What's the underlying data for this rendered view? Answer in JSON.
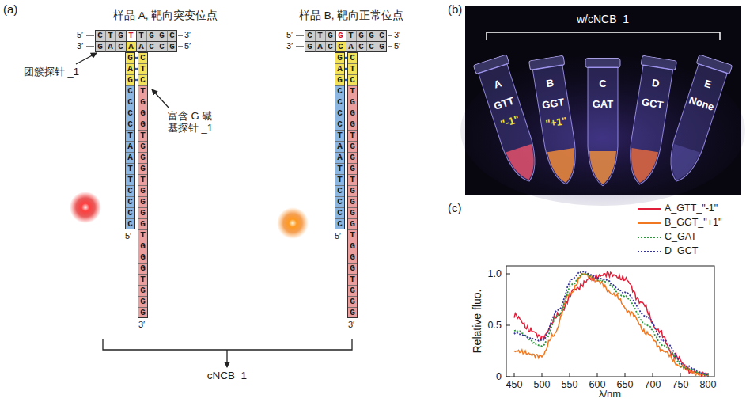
{
  "diagram": {
    "nodes": [
      {
        "text": [
          "C T G T T G G C",
          "G A C A A C C G"
        ]
      },
      {
        "text": [
          "G A G C C C C T A A T T C C C C"
        ]
      },
      {
        "text": [
          "C T C T G G G T G G G T G G G G T G G G T G G G"
        ]
      },
      {
        "text": [
          "C T G G T G G C",
          "G A C C A C C G"
        ]
      },
      {
        "text": [
          "G A G C C C C T A A T T C C C C"
        ]
      },
      {
        "text": [
          "C T C T G G G T G G G T G G G G T G G G T G G G"
        ]
      },
      {
        "text": [
          "A",
          "GTT",
          "\"-1\""
        ]
      },
      {
        "text": [
          "B",
          "GGT",
          "\"+1\""
        ]
      },
      {
        "text": [
          "C",
          "GAT"
        ]
      },
      {
        "text": [
          "D",
          "GCT"
        ]
      },
      {
        "text": [
          "E",
          "None"
        ]
      }
    ],
    "labels": [
      "(a)",
      "样品 A, 靶向突变位点",
      "样品 B, 靶向正常位点",
      "5′",
      "3′",
      "3′",
      "5′",
      "5′",
      "3′",
      "3′",
      "5′",
      "团簇探针 _1",
      "富含 G 碱 基探针 _1",
      "5′",
      "3′",
      "5′",
      "3′",
      "cNCB_1",
      "(b)",
      "w/cNCB_1",
      "(c)",
      "Relative fluo.",
      "λ/nm",
      "450",
      "500",
      "550",
      "600",
      "650",
      "700",
      "750",
      "800",
      "0",
      "0.5",
      "1.0"
    ],
    "legend": [
      {
        "text": "A_GTT_\"-1\""
      },
      {
        "text": "B_GGT_\"+1\""
      },
      {
        "text": "C_GAT"
      },
      {
        "text": "D_GCT"
      }
    ]
  }
}
